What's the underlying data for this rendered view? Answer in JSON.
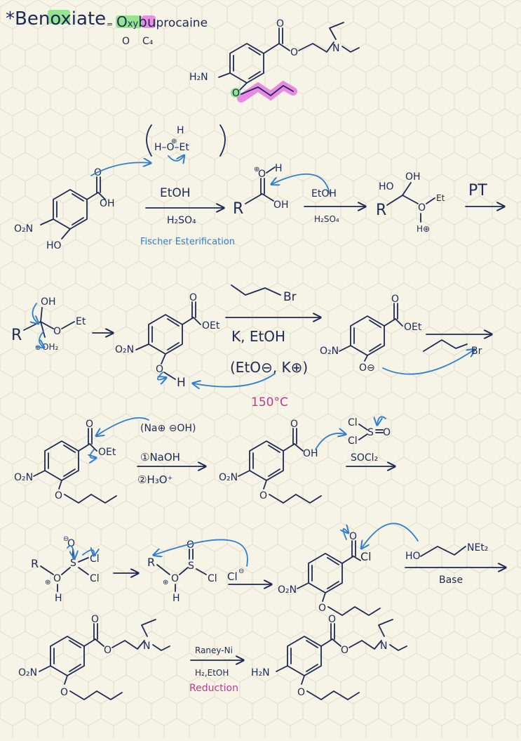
{
  "title": {
    "prefix": "*Ben",
    "o1": "o",
    "xi": "xi",
    "ate": "ate",
    "eq": "=",
    "O": "O",
    "xy": "xy",
    "bu": "bu",
    "procaine": "procaine",
    "note_o": "O",
    "note_c": "C₄"
  },
  "colors": {
    "ink": "#1d2a55",
    "arrow": "#2f7fd0",
    "green": "#7ee07a",
    "pink": "#e56fe0",
    "red_note": "#c23a8c",
    "grid": "#e4e0d0"
  },
  "atoms": {
    "nh2": "H₂N",
    "o": "O",
    "n": "N",
    "oh": "OH",
    "ho": "HO",
    "o2n": "O₂N",
    "oet": "OEt",
    "r": "R",
    "h": "H",
    "et": "Et",
    "cl": "Cl",
    "s": "S",
    "br": "Br",
    "oh2": "OH₂",
    "plus": "⊕",
    "minus": "⊖",
    "o_minus": "O⊖",
    "h_plus": "H⊕"
  },
  "reagents": {
    "step1_top": "EtOH",
    "step1_bottom": "H₂SO₄",
    "step1_name": "Fischer Esterification",
    "oxonium": "H–O–Et",
    "step2_top": "EtOH",
    "step2_bottom": "H₂SO₄",
    "pt": "PT",
    "alkyl": "Br",
    "step3_top": "K, EtOH",
    "step3_paren": "(EtO⊖, K⊕)",
    "step3_temp": "150°C",
    "step4_paren": "(Na⊕ ⊖OH)",
    "step4_1": "①NaOH",
    "step4_2": "②H₃O⁺",
    "socl2": "SOCl₂",
    "amine_ho": "HO",
    "amine_net": "NEt₂",
    "base": "Base",
    "raney": "Raney-Ni",
    "h2": "H₂,EtOH",
    "reduction": "Reduction"
  }
}
